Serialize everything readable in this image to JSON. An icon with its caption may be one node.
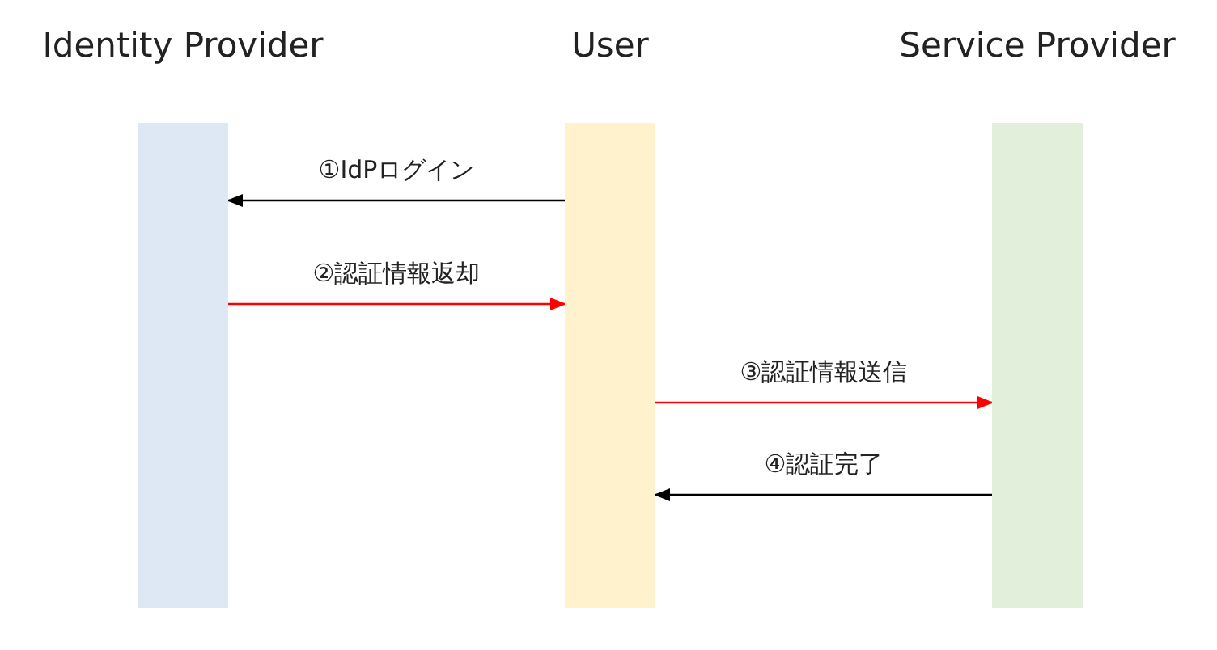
{
  "diagram": {
    "nodes": [
      {
        "text": [
          "Identity Provider"
        ]
      },
      {
        "text": [
          "User"
        ]
      },
      {
        "text": [
          "Service Provider"
        ]
      }
    ],
    "edges": [
      {
        "from": 1,
        "to": 0,
        "arrow": "to",
        "label": "①IdPログイン"
      },
      {
        "from": 0,
        "to": 1,
        "arrow": "to",
        "label": "②認証情報返却",
        "color": "#ff0000"
      },
      {
        "from": 1,
        "to": 2,
        "arrow": "to",
        "label": "③認証情報送信",
        "color": "#ff0000"
      },
      {
        "from": 2,
        "to": 1,
        "arrow": "to",
        "label": "④認証完了"
      }
    ]
  }
}
